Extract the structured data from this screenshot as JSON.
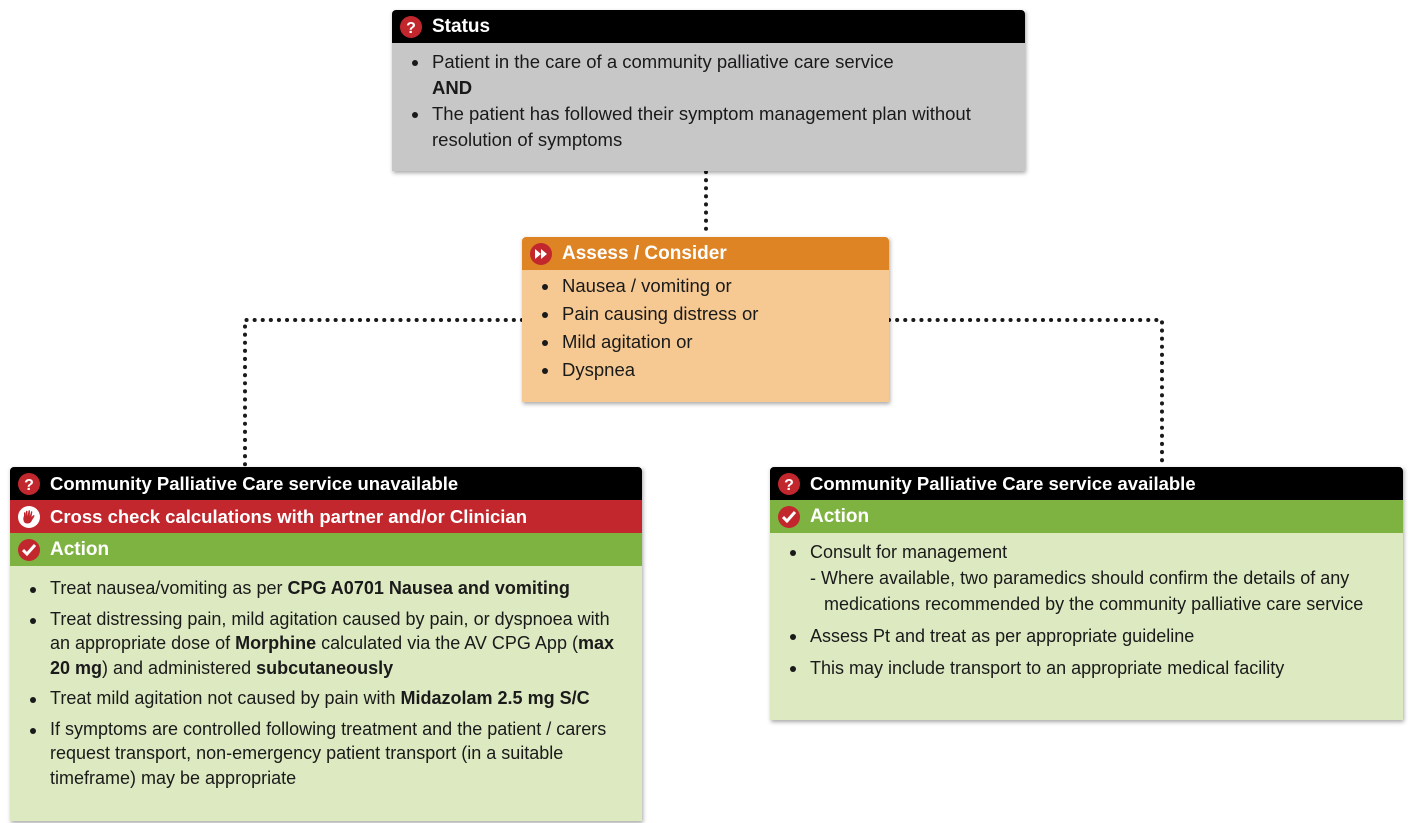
{
  "status": {
    "title": "Status",
    "item1": "Patient in the care of a community palliative care service",
    "and": "AND",
    "item2": "The patient has followed their symptom management plan without resolution of symptoms"
  },
  "assess": {
    "title": "Assess / Consider",
    "items": [
      "Nausea / vomiting or",
      "Pain causing distress or",
      "Mild agitation or",
      "Dyspnea"
    ]
  },
  "left": {
    "title": "Community Palliative Care service unavailable",
    "caution": "Cross check calculations with partner and/or Clinician",
    "action_title": "Action",
    "i1_pre": "Treat nausea/vomiting as per ",
    "i1_bold": "CPG A0701 Nausea and vomiting",
    "i2_a": "Treat distressing pain, mild agitation caused by pain, or dyspnoea with an appropriate dose of ",
    "i2_b": "Morphine",
    "i2_c": " calculated via the AV CPG App (",
    "i2_d": "max 20 mg",
    "i2_e": ") and administered ",
    "i2_f": "subcutaneously",
    "i3_pre": "Treat mild agitation not caused by pain with ",
    "i3_bold": "Midazolam 2.5 mg S/C",
    "i4": "If symptoms are controlled following treatment and the patient / carers request transport, non-emergency patient transport (in a suitable timeframe) may be appropriate"
  },
  "right": {
    "title": "Community Palliative Care service available",
    "action_title": "Action",
    "i1": "Consult for management",
    "i1_sub": "- Where available, two paramedics should confirm the details of any medications recommended by the community palliative care service",
    "i2": "Assess Pt and treat as per appropriate guideline",
    "i3": "This may include transport to an appropriate medical facility"
  },
  "colors": {
    "black_header": "#000000",
    "orange_header": "#de8424",
    "red_header": "#c1272d",
    "green_header": "#7fb341",
    "grey_body": "#c8c7c8",
    "peach_body": "#f7c992",
    "green_body": "#dce9c1"
  },
  "icons": {
    "status": "question-icon",
    "assess": "fast-forward-icon",
    "caution": "hand-stop-icon",
    "action": "check-icon"
  }
}
